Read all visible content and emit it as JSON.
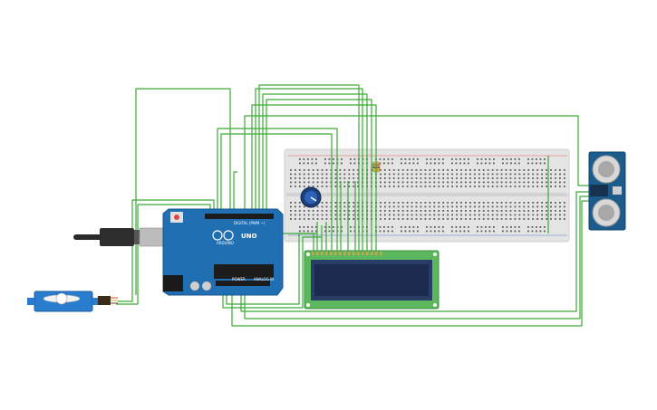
{
  "board": {
    "brand": "ARDUINO",
    "model": "UNO",
    "digital_label": "DIGITAL (PWM ~)",
    "power_label": "POWER",
    "analog_label": "ANALOG IN"
  },
  "colors": {
    "wire": "#3aaa35",
    "board": "#1f6fb2",
    "breadboard": "#e4e4e4",
    "lcd_pcb": "#5cb85c",
    "lcd_screen": "#1d2a4f",
    "sensor": "#1b5c8d",
    "servo": "#2a7ccf"
  },
  "icons": {
    "usb": "usb-plug-icon",
    "pot": "potentiometer-knob-icon",
    "servo": "servo-motor-icon",
    "sensor": "ultrasonic-sensor-icon"
  }
}
